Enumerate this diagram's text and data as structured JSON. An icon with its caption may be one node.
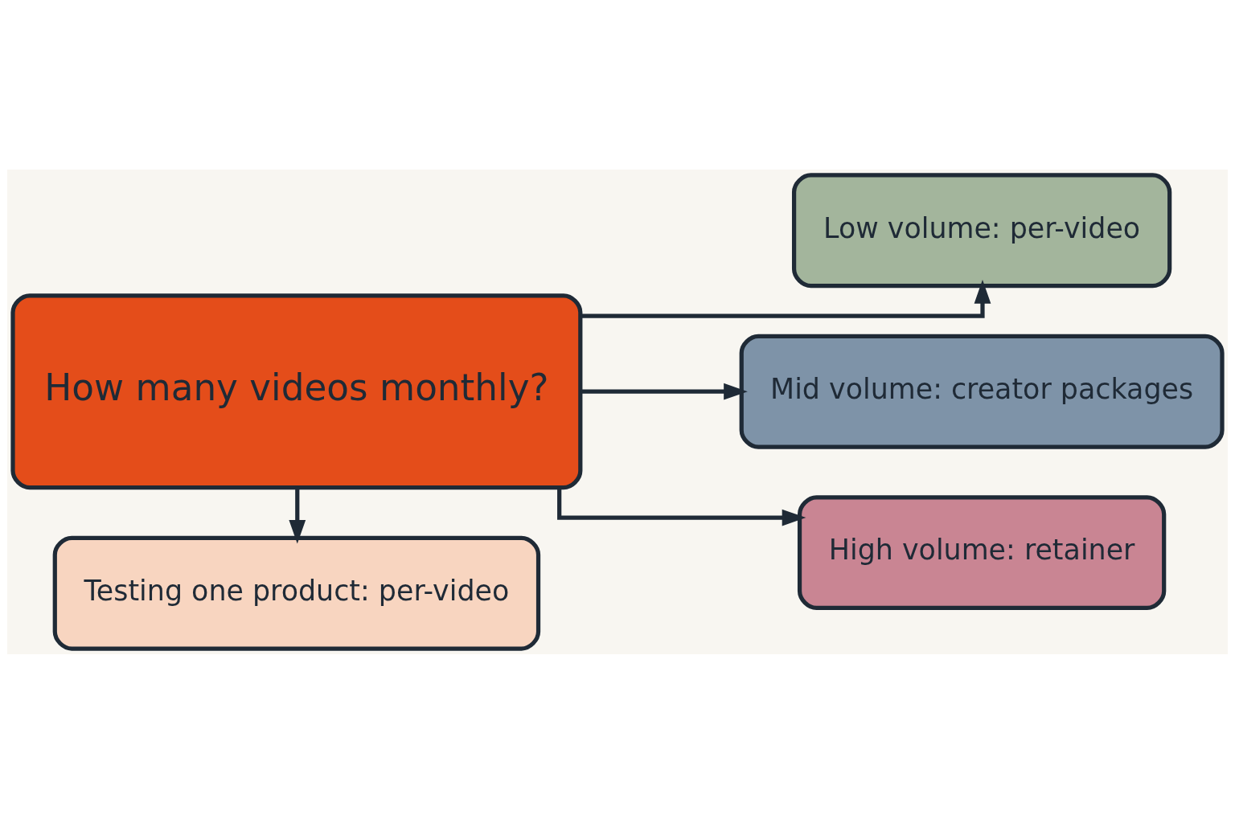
{
  "diagram": {
    "nodes": [
      {
        "text": [
          "How many videos monthly?"
        ]
      },
      {
        "text": [
          "Low volume: per-video"
        ]
      },
      {
        "text": [
          "Mid volume: creator packages"
        ]
      },
      {
        "text": [
          "High volume: retainer"
        ]
      },
      {
        "text": [
          "Testing one product: per-video"
        ]
      }
    ],
    "edges": [
      {
        "from": 0,
        "to": 1,
        "arrow": "to"
      },
      {
        "from": 0,
        "to": 2,
        "arrow": "to"
      },
      {
        "from": 0,
        "to": 3,
        "arrow": "to"
      },
      {
        "from": 0,
        "to": 4,
        "arrow": "to"
      }
    ]
  }
}
